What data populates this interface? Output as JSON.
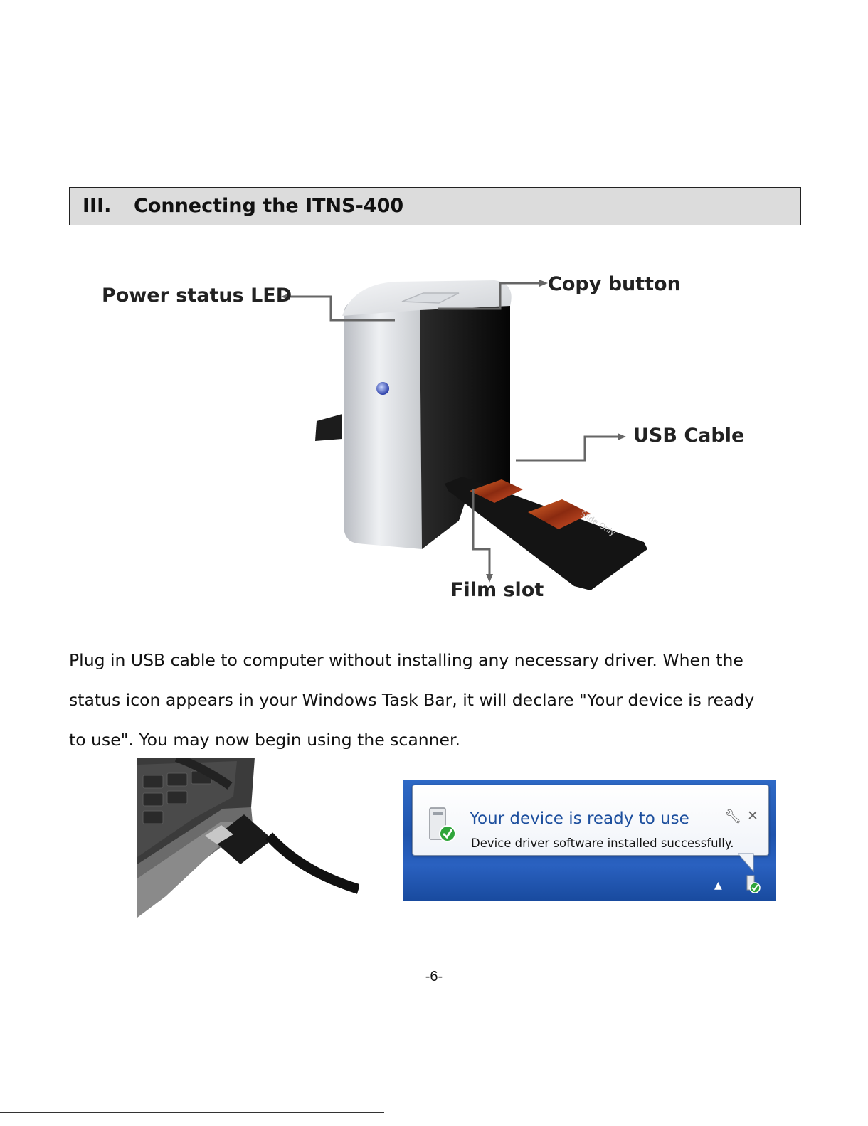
{
  "section": {
    "number": "III.",
    "title": "Connecting the ITNS-400"
  },
  "figure": {
    "callouts": {
      "power_led": "Power status LED",
      "copy_button": "Copy button",
      "usb_cable": "USB Cable",
      "film_slot": "Film slot"
    },
    "holder_label": "Slide Only"
  },
  "body": {
    "line1": "Plug in USB cable to computer without installing any necessary driver. When the",
    "line2": "status icon appears in your Windows Task Bar, it will declare \"Your device is ready",
    "line3": "to use\". You may now begin using the scanner."
  },
  "notification": {
    "title": "Your device is ready to use",
    "message": "Device driver software installed successfully."
  },
  "page_number": "-6-"
}
